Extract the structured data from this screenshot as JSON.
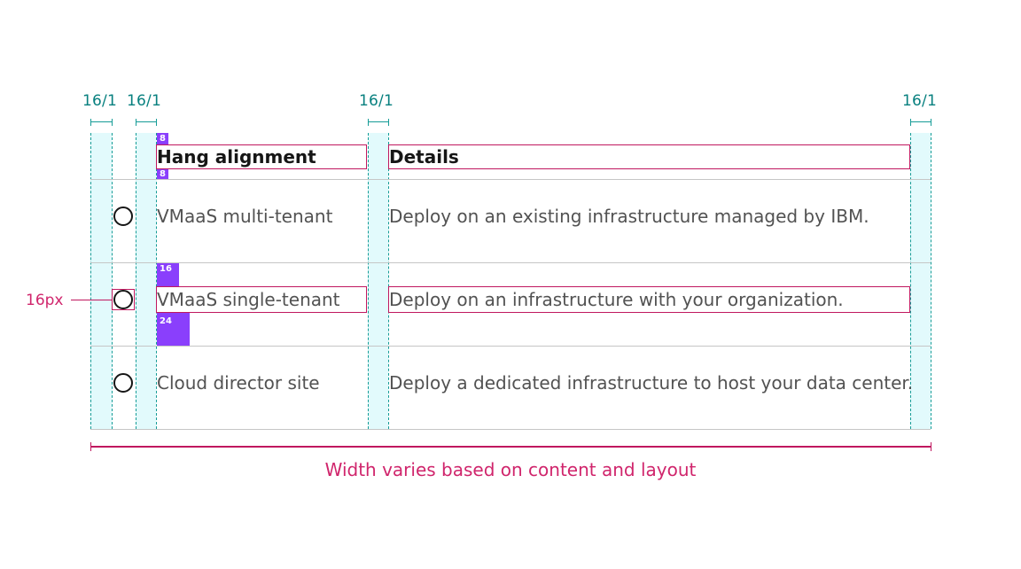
{
  "spacing_labels": {
    "col_gutter_1": "16/1",
    "col_gutter_2": "16/1",
    "col_gutter_3": "16/1",
    "col_gutter_4": "16/1"
  },
  "table": {
    "header": {
      "col1": "Hang alignment",
      "col2": "Details"
    },
    "rows": [
      {
        "title": "VMaaS multi-tenant",
        "details": "Deploy on an existing infrastructure managed by IBM."
      },
      {
        "title": "VMaaS single-tenant",
        "details": "Deploy on an infrastructure with your organization."
      },
      {
        "title": "Cloud director site",
        "details": "Deploy a dedicated infrastructure to host your data center."
      }
    ]
  },
  "spacing_tags": {
    "header_top": "8",
    "header_bottom": "8",
    "row_top": "16",
    "row_bottom": "24"
  },
  "annotations": {
    "radio_size": "16px",
    "width_note": "Width varies based on content and layout"
  },
  "colors": {
    "gutter_fill": "#e2fafc",
    "gutter_line": "#169c97",
    "spec_teal": "#08807f",
    "redline": "#c0185f",
    "magenta_text": "#d0256c",
    "tag_purple": "#8a3ffc"
  }
}
